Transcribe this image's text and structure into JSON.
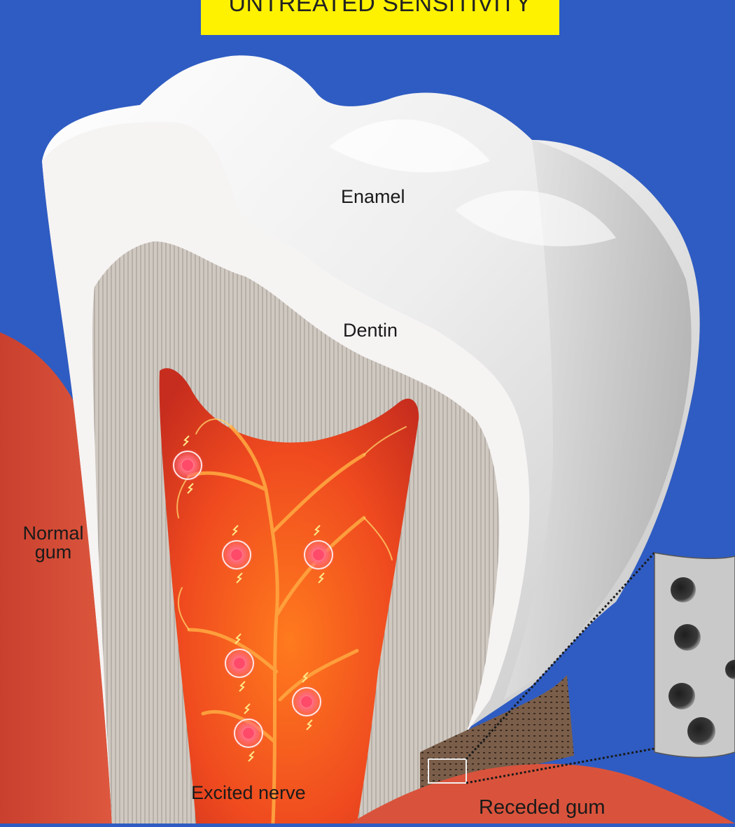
{
  "title": "UNTREATED SENSITIVITY",
  "labels": {
    "enamel": "Enamel",
    "dentin": "Dentin",
    "normal_gum_line1": "Normal",
    "normal_gum_line2": "gum",
    "excited_nerve": "Excited nerve",
    "receded_gum": "Receded gum"
  },
  "colors": {
    "background": "#2f5cc2",
    "title_banner": "#fff200",
    "gum": "#d9533c",
    "enamel": "#f2f2f2",
    "dentin": "#c9c3bb",
    "pulp": "#e63b1c",
    "nerve": "#ff9d2a",
    "exposed_dentin": "#6b5343",
    "tubule_inset": "#c7c7c7"
  },
  "icons": [
    "nerve-impulse-icon"
  ]
}
